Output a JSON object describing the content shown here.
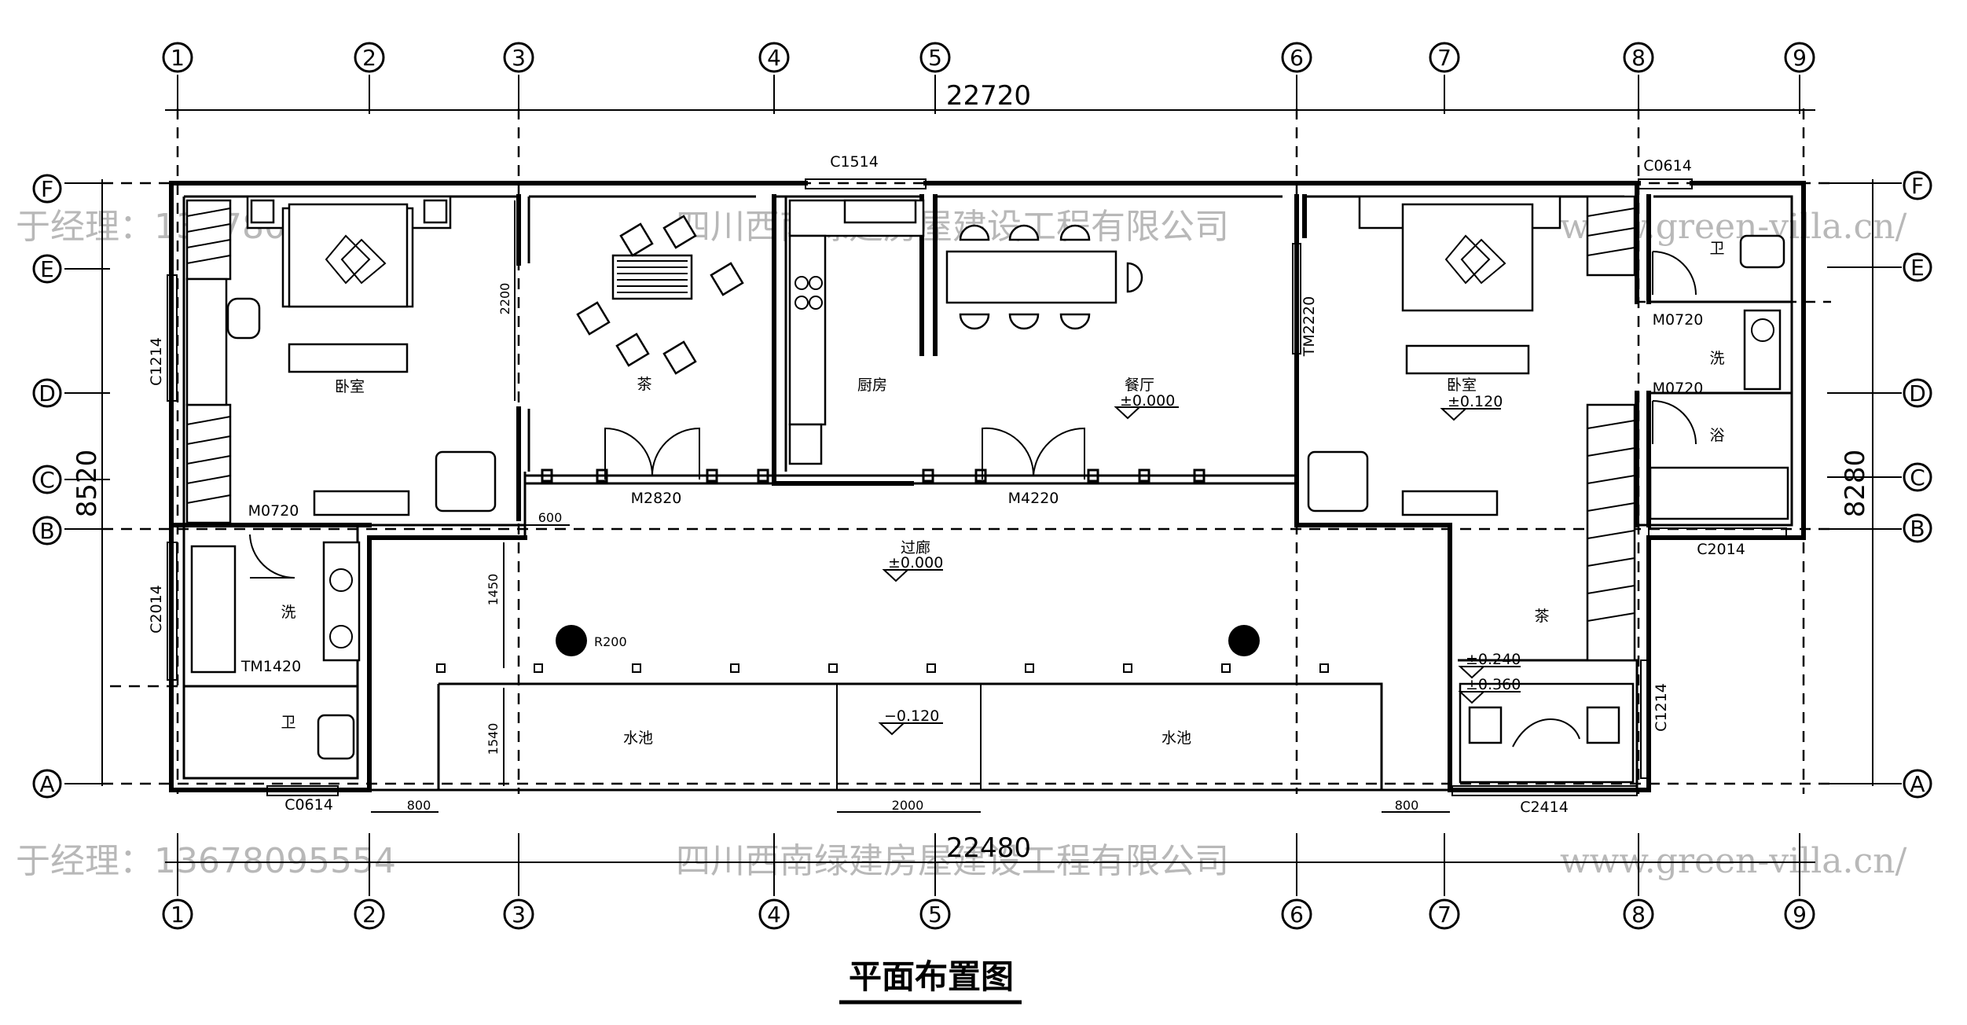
{
  "title": "平面布置图",
  "axes_top": [
    "1",
    "2",
    "3",
    "4",
    "5",
    "6",
    "7",
    "8",
    "9"
  ],
  "axes_side": [
    "F",
    "E",
    "D",
    "C",
    "B",
    "A"
  ],
  "dimensions": {
    "overall_top": "22720",
    "overall_bottom": "22480",
    "left_side": "8520",
    "right_side": "8280",
    "d2200": "2200",
    "d600": "600",
    "d1450": "1450",
    "d1540": "1540",
    "d800_left": "800",
    "d2000": "2000",
    "d800_right": "800",
    "r200": "R200"
  },
  "openings": {
    "c1514": "C1514",
    "c0614_top": "C0614",
    "c1214_left": "C1214",
    "c2014_left": "C2014",
    "tm1420": "TM1420",
    "m0720_left": "M0720",
    "c0614_bottom": "C0614",
    "m2820": "M2820",
    "m4220": "M4220",
    "tm2220": "TM2220",
    "m0720_r1": "M0720",
    "m0720_r2": "M0720",
    "c2014_right": "C2014",
    "c1214_right": "C1214",
    "c2414": "C2414"
  },
  "rooms": {
    "bedroom_left": "卧室",
    "tea_left": "茶",
    "kitchen": "厨房",
    "dining": "餐厅",
    "bedroom_right": "卧室",
    "wash_left": "洗",
    "toilet_left": "卫",
    "corridor": "过廊",
    "pool_left": "水池",
    "pool_right": "水池",
    "tea_right": "茶",
    "wash_right": "洗",
    "bath_right": "浴",
    "toilet_right": "卫"
  },
  "levels": {
    "dining": "±0.000",
    "bedroom_right": "±0.120",
    "corridor": "±0.000",
    "pool": "−0.120",
    "step1": "±0.240",
    "step2": "±0.360"
  },
  "watermarks": {
    "contact": "于经理：13678095554",
    "company": "四川西南绿建房屋建设工程有限公司",
    "url": "www.green-villa.cn/"
  }
}
